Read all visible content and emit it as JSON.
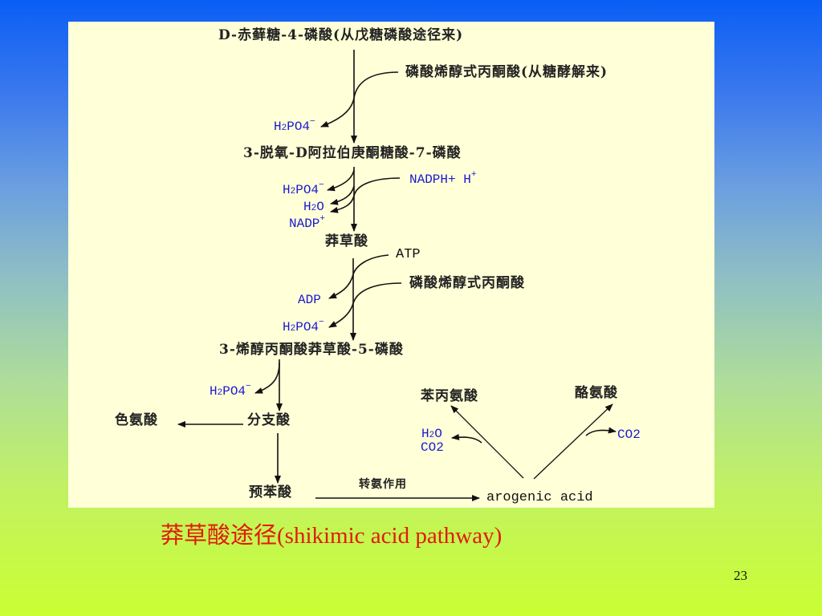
{
  "slide": {
    "caption": "莽草酸途径(shikimic acid pathway)",
    "page_number": "23",
    "colors": {
      "background_top": "#0a5ef5",
      "background_bottom": "#c9ff33",
      "panel": "#ffffd8",
      "compound_text": "#222222",
      "cofactor_text": "#1a1ad0",
      "caption_text": "#e21a0c"
    }
  },
  "diagram": {
    "compounds": {
      "e4p": "D-赤藓糖-4-磷酸(从戊糖磷酸途径来)",
      "pep1": "磷酸烯醇式丙酮酸(从糖酵解来)",
      "dahp": "3-脱氧-D阿拉伯庚酮糖酸-7-磷酸",
      "shikimate": "莽草酸",
      "pep2": "磷酸烯醇式丙酮酸",
      "epsp": "3-烯醇丙酮酸莽草酸-5-磷酸",
      "chorismate": "分支酸",
      "tryptophan": "色氨酸",
      "prephenate": "预苯酸",
      "phenylalanine": "苯丙氨酸",
      "tyrosine": "酪氨酸",
      "arogenate": "arogenic acid"
    },
    "cofactors": {
      "h2po4_1": {
        "main": "H",
        "sub": "2",
        "rest": "PO4",
        "sup": "−"
      },
      "nadph": {
        "main": "NADPH+ H",
        "sup": "+"
      },
      "h2po4_2": {
        "main": "H",
        "sub": "2",
        "rest": "PO4",
        "sup": "−"
      },
      "h2o_1": {
        "main": "H",
        "sub": "2",
        "rest": "O"
      },
      "nadp": {
        "main": "NADP",
        "sup": "+"
      },
      "atp": "ATP",
      "adp": "ADP",
      "h2po4_3": {
        "main": "H",
        "sub": "2",
        "rest": "PO4",
        "sup": "−"
      },
      "h2po4_4": {
        "main": "H",
        "sub": "2",
        "rest": "PO4",
        "sup": "−"
      },
      "h2o_2": {
        "main": "H",
        "sub": "2",
        "rest": "O"
      },
      "co2_1": "CO2",
      "co2_2": "CO2"
    },
    "reaction_labels": {
      "transamination": "转氨作用"
    }
  }
}
